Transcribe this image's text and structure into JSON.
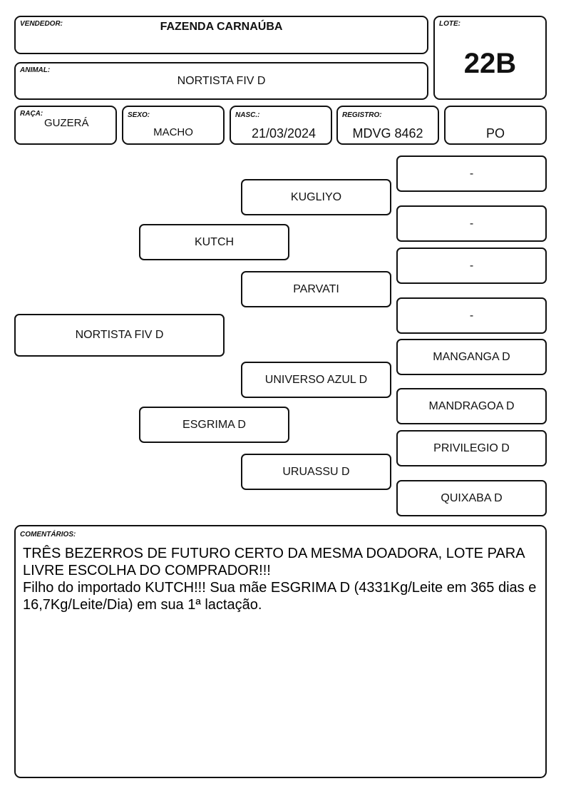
{
  "header": {
    "seller_label": "VENDEDOR:",
    "seller": "FAZENDA CARNAÚBA",
    "lot_label": "LOTE:",
    "lot": "22B",
    "animal_label": "ANIMAL:",
    "animal": "NORTISTA FIV D"
  },
  "info": {
    "breed_label": "RAÇA:",
    "breed": "GUZERÁ",
    "sex_label": "SEXO:",
    "sex": "MACHO",
    "birth_label": "NASC.:",
    "birth": "21/03/2024",
    "registry_label": "REGISTRO:",
    "registry": "MDVG 8462",
    "category": "PO"
  },
  "pedigree": {
    "animal": "NORTISTA FIV D",
    "sire": "KUTCH",
    "dam": "ESGRIMA D",
    "sire_sire": "KUGLIYO",
    "sire_dam": "PARVATI",
    "dam_sire": "UNIVERSO AZUL D",
    "dam_dam": "URUASSU D",
    "great": [
      "-",
      "-",
      "-",
      "-",
      "MANGANGA D",
      "MANDRAGOA D",
      "PRIVILEGIO D",
      "QUIXABA D"
    ]
  },
  "comments": {
    "label": "COMENTÁRIOS:",
    "line1": "TRÊS BEZERROS DE FUTURO CERTO DA MESMA DOADORA, LOTE PARA LIVRE ESCOLHA DO COMPRADOR!!!",
    "line2": "Filho do importado KUTCH!!! Sua mãe ESGRIMA D (4331Kg/Leite em 365 dias e 16,7Kg/Leite/Dia) em sua 1ª lactação."
  }
}
